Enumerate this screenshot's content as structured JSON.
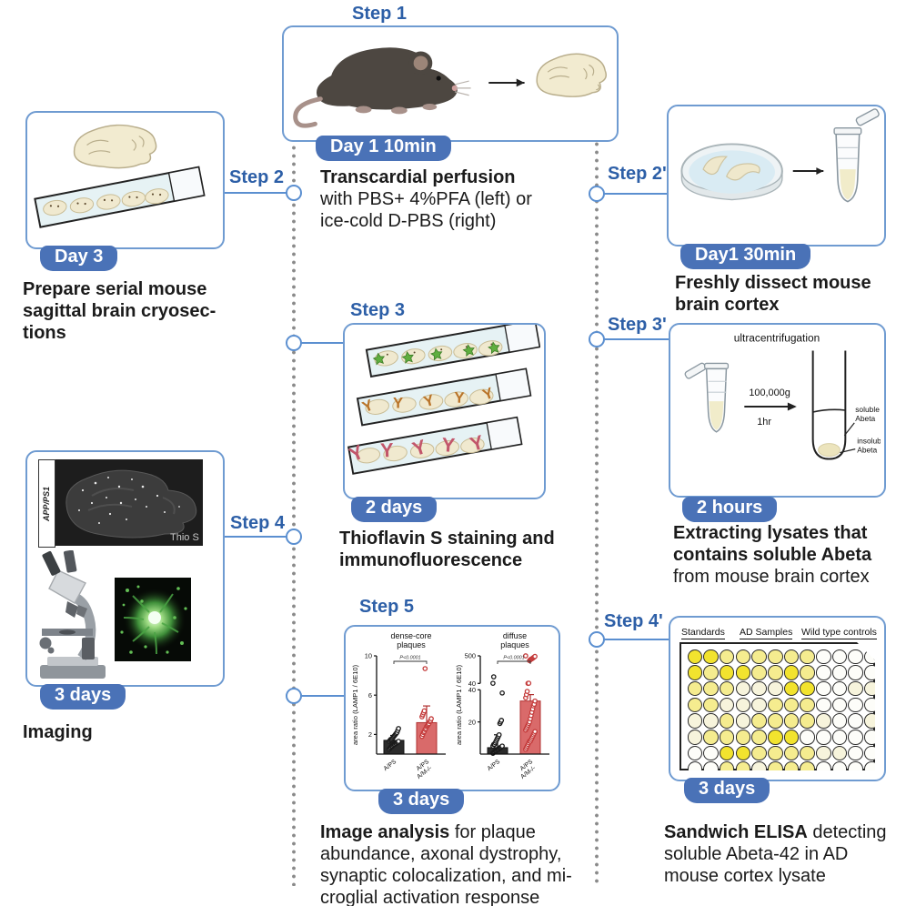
{
  "colors": {
    "accent_blue": "#2d5fa7",
    "border_blue": "#6f9bd1",
    "badge_blue": "#4a72b7",
    "dot_gray": "#8a8a8a",
    "bar_red": "#cd5a5a",
    "bar_black": "#2b2b2b"
  },
  "steps": {
    "step1": {
      "label": "Step 1",
      "badge": "Day 1 10min",
      "caption": [
        [
          {
            "t": "Transcardial perfusion",
            "b": true
          }
        ],
        [
          {
            "t": "with PBS+ 4%PFA (left) or",
            "b": false
          }
        ],
        [
          {
            "t": "ice-cold D-PBS (right)",
            "b": false
          }
        ]
      ]
    },
    "step2": {
      "label": "Step 2",
      "badge": "Day 3",
      "caption": [
        [
          {
            "t": "Prepare serial mouse",
            "b": true
          }
        ],
        [
          {
            "t": "sagittal brain cryosec-",
            "b": true
          }
        ],
        [
          {
            "t": "tions",
            "b": true
          }
        ]
      ]
    },
    "step2p": {
      "label": "Step 2'",
      "badge": "Day1 30min",
      "caption": [
        [
          {
            "t": "Freshly dissect mouse",
            "b": true
          }
        ],
        [
          {
            "t": "brain cortex",
            "b": true
          }
        ]
      ]
    },
    "step3": {
      "label": "Step 3",
      "badge": "2 days",
      "caption": [
        [
          {
            "t": "Thioflavin S staining and",
            "b": true
          }
        ],
        [
          {
            "t": "immunofluorescence",
            "b": true
          }
        ]
      ]
    },
    "step3p": {
      "label": "Step 3'",
      "badge": "2 hours",
      "caption": [
        [
          {
            "t": "Extracting lysates that",
            "b": true
          }
        ],
        [
          {
            "t": "contains soluble Abeta",
            "b": true
          }
        ],
        [
          {
            "t": "from mouse brain cortex",
            "b": false
          }
        ]
      ],
      "diagram": {
        "title": "ultracentrifugation",
        "force": "100,000g",
        "time": "1hr",
        "soluble1": "soluble",
        "soluble2": "Abeta",
        "insoluble1": "insoluble",
        "insoluble2": "Abeta"
      }
    },
    "step4": {
      "label": "Step 4",
      "badge": "3 days",
      "caption": [
        [
          {
            "t": "Imaging",
            "b": true
          }
        ]
      ],
      "panel_label": "APP/PS1",
      "panel_caption": "Thio S"
    },
    "step5": {
      "label": "Step 5",
      "badge": "3 days",
      "caption": [
        [
          {
            "t": "Image analysis",
            "b": true
          },
          {
            "t": " for plaque",
            "b": false
          }
        ],
        [
          {
            "t": "abundance, axonal dystrophy,",
            "b": false
          }
        ],
        [
          {
            "t": "synaptic colocalization, and mi-",
            "b": false
          }
        ],
        [
          {
            "t": "croglial activation response",
            "b": false
          }
        ]
      ]
    },
    "step4p": {
      "label": "Step 4'",
      "badge": "3 days",
      "caption": [
        [
          {
            "t": "Sandwich ELISA",
            "b": true
          },
          {
            "t": " detecting",
            "b": false
          }
        ],
        [
          {
            "t": "soluble Abeta-42 in AD",
            "b": false
          }
        ],
        [
          {
            "t": "mouse cortex lysate",
            "b": false
          }
        ]
      ],
      "plate": {
        "group_labels": [
          "Standards",
          "AD Samples",
          "Wild type controls"
        ],
        "well_colors": [
          "#fdfdf9",
          "#f7f4dc",
          "#f5ec8f",
          "#f2e32e"
        ],
        "wells": [
          [
            3,
            3,
            2,
            2,
            2,
            2,
            2,
            2,
            0,
            0,
            0,
            0
          ],
          [
            3,
            2,
            3,
            3,
            2,
            2,
            3,
            2,
            0,
            0,
            0,
            0
          ],
          [
            2,
            2,
            2,
            1,
            1,
            1,
            3,
            3,
            0,
            0,
            1,
            1
          ],
          [
            2,
            2,
            1,
            1,
            1,
            2,
            2,
            2,
            0,
            0,
            0,
            0
          ],
          [
            1,
            1,
            2,
            1,
            2,
            2,
            2,
            2,
            1,
            0,
            0,
            1
          ],
          [
            1,
            2,
            2,
            2,
            2,
            3,
            3,
            0,
            0,
            0,
            0,
            0
          ],
          [
            0,
            0,
            3,
            3,
            2,
            2,
            2,
            2,
            1,
            1,
            0,
            0
          ],
          [
            0,
            0,
            2,
            2,
            1,
            2,
            2,
            2,
            0,
            0,
            0,
            0
          ]
        ]
      }
    }
  },
  "chart_data": [
    {
      "type": "scatter",
      "title_lines": [
        "dense-core",
        "plaques"
      ],
      "ylabel": "area ratio (LAMP1 / 6E10)",
      "pvalue": "P<0.0001",
      "ylim": [
        0,
        10
      ],
      "yticks": [
        2,
        6,
        10
      ],
      "groups": [
        {
          "name": "A/PS",
          "name2": "",
          "color": "#1a1a1a",
          "bar": 1.4,
          "err": 0.5,
          "points": [
            0.5,
            0.6,
            0.7,
            0.8,
            0.8,
            0.9,
            1.0,
            1.0,
            1.1,
            1.1,
            1.2,
            1.2,
            1.3,
            1.3,
            1.4,
            1.5,
            1.5,
            1.6,
            1.7,
            1.8,
            1.9,
            2.0,
            2.1,
            2.2,
            2.4,
            2.6
          ]
        },
        {
          "name": "A/PS",
          "name2": "A/M-/-",
          "color": "#c43b3b",
          "bar": 3.2,
          "err": 1.7,
          "points": [
            1.8,
            2.0,
            2.2,
            2.3,
            2.5,
            2.6,
            2.8,
            2.9,
            3.0,
            3.1,
            3.3,
            3.4,
            3.6,
            3.8,
            4.0,
            4.2,
            4.4,
            8.7
          ]
        }
      ]
    },
    {
      "type": "scatter",
      "title_lines": [
        "diffuse",
        "plaques"
      ],
      "ylabel": "area ratio (LAMP1 / 6E10)",
      "pvalue": "P<0.0001",
      "break": {
        "at": 40,
        "top": 500,
        "lower_ticks": [
          20,
          40
        ],
        "upper_ticks": [
          40,
          500
        ]
      },
      "groups": [
        {
          "name": "A/PS",
          "name2": "",
          "color": "#1a1a1a",
          "bar": 4,
          "err": 8,
          "points": [
            0.5,
            1,
            1.5,
            2,
            2,
            2.5,
            3,
            3,
            3.5,
            4,
            4,
            4.5,
            5,
            5,
            6,
            6,
            7,
            8,
            9,
            10,
            11,
            12,
            19,
            20,
            21,
            38,
            42,
            150
          ]
        },
        {
          "name": "A/PS",
          "name2": "A/M-/-",
          "color": "#c43b3b",
          "bar": 33,
          "err": 4,
          "points": [
            3,
            4,
            5,
            6,
            7,
            8,
            8,
            9,
            10,
            11,
            12,
            13,
            14,
            15,
            16,
            17,
            18,
            19,
            20,
            22,
            24,
            26,
            28,
            30,
            31,
            33,
            35,
            37,
            39,
            41,
            43,
            420,
            435,
            445,
            450,
            460,
            470,
            480,
            490,
            500
          ]
        }
      ]
    }
  ]
}
